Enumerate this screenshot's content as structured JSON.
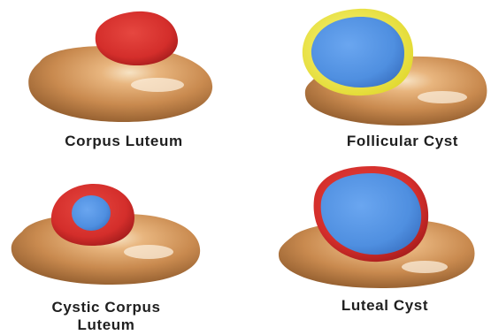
{
  "panels": [
    {
      "id": "corpus-luteum",
      "label_lines": [
        "Corpus Luteum"
      ]
    },
    {
      "id": "follicular-cyst",
      "label_lines": [
        "Follicular Cyst"
      ]
    },
    {
      "id": "cystic-corpus-luteum",
      "label_lines": [
        "Cystic Corpus",
        "Luteum"
      ]
    },
    {
      "id": "luteal-cyst",
      "label_lines": [
        "Luteal Cyst"
      ]
    }
  ],
  "colors": {
    "ovary": "#c98a4f",
    "ovary_highlight": "#f3d6ac",
    "corpus_luteum_red": "#d42e2b",
    "cyst_fluid_blue": "#4f8fe0",
    "follicle_wall_yellow": "#f2ef54"
  }
}
